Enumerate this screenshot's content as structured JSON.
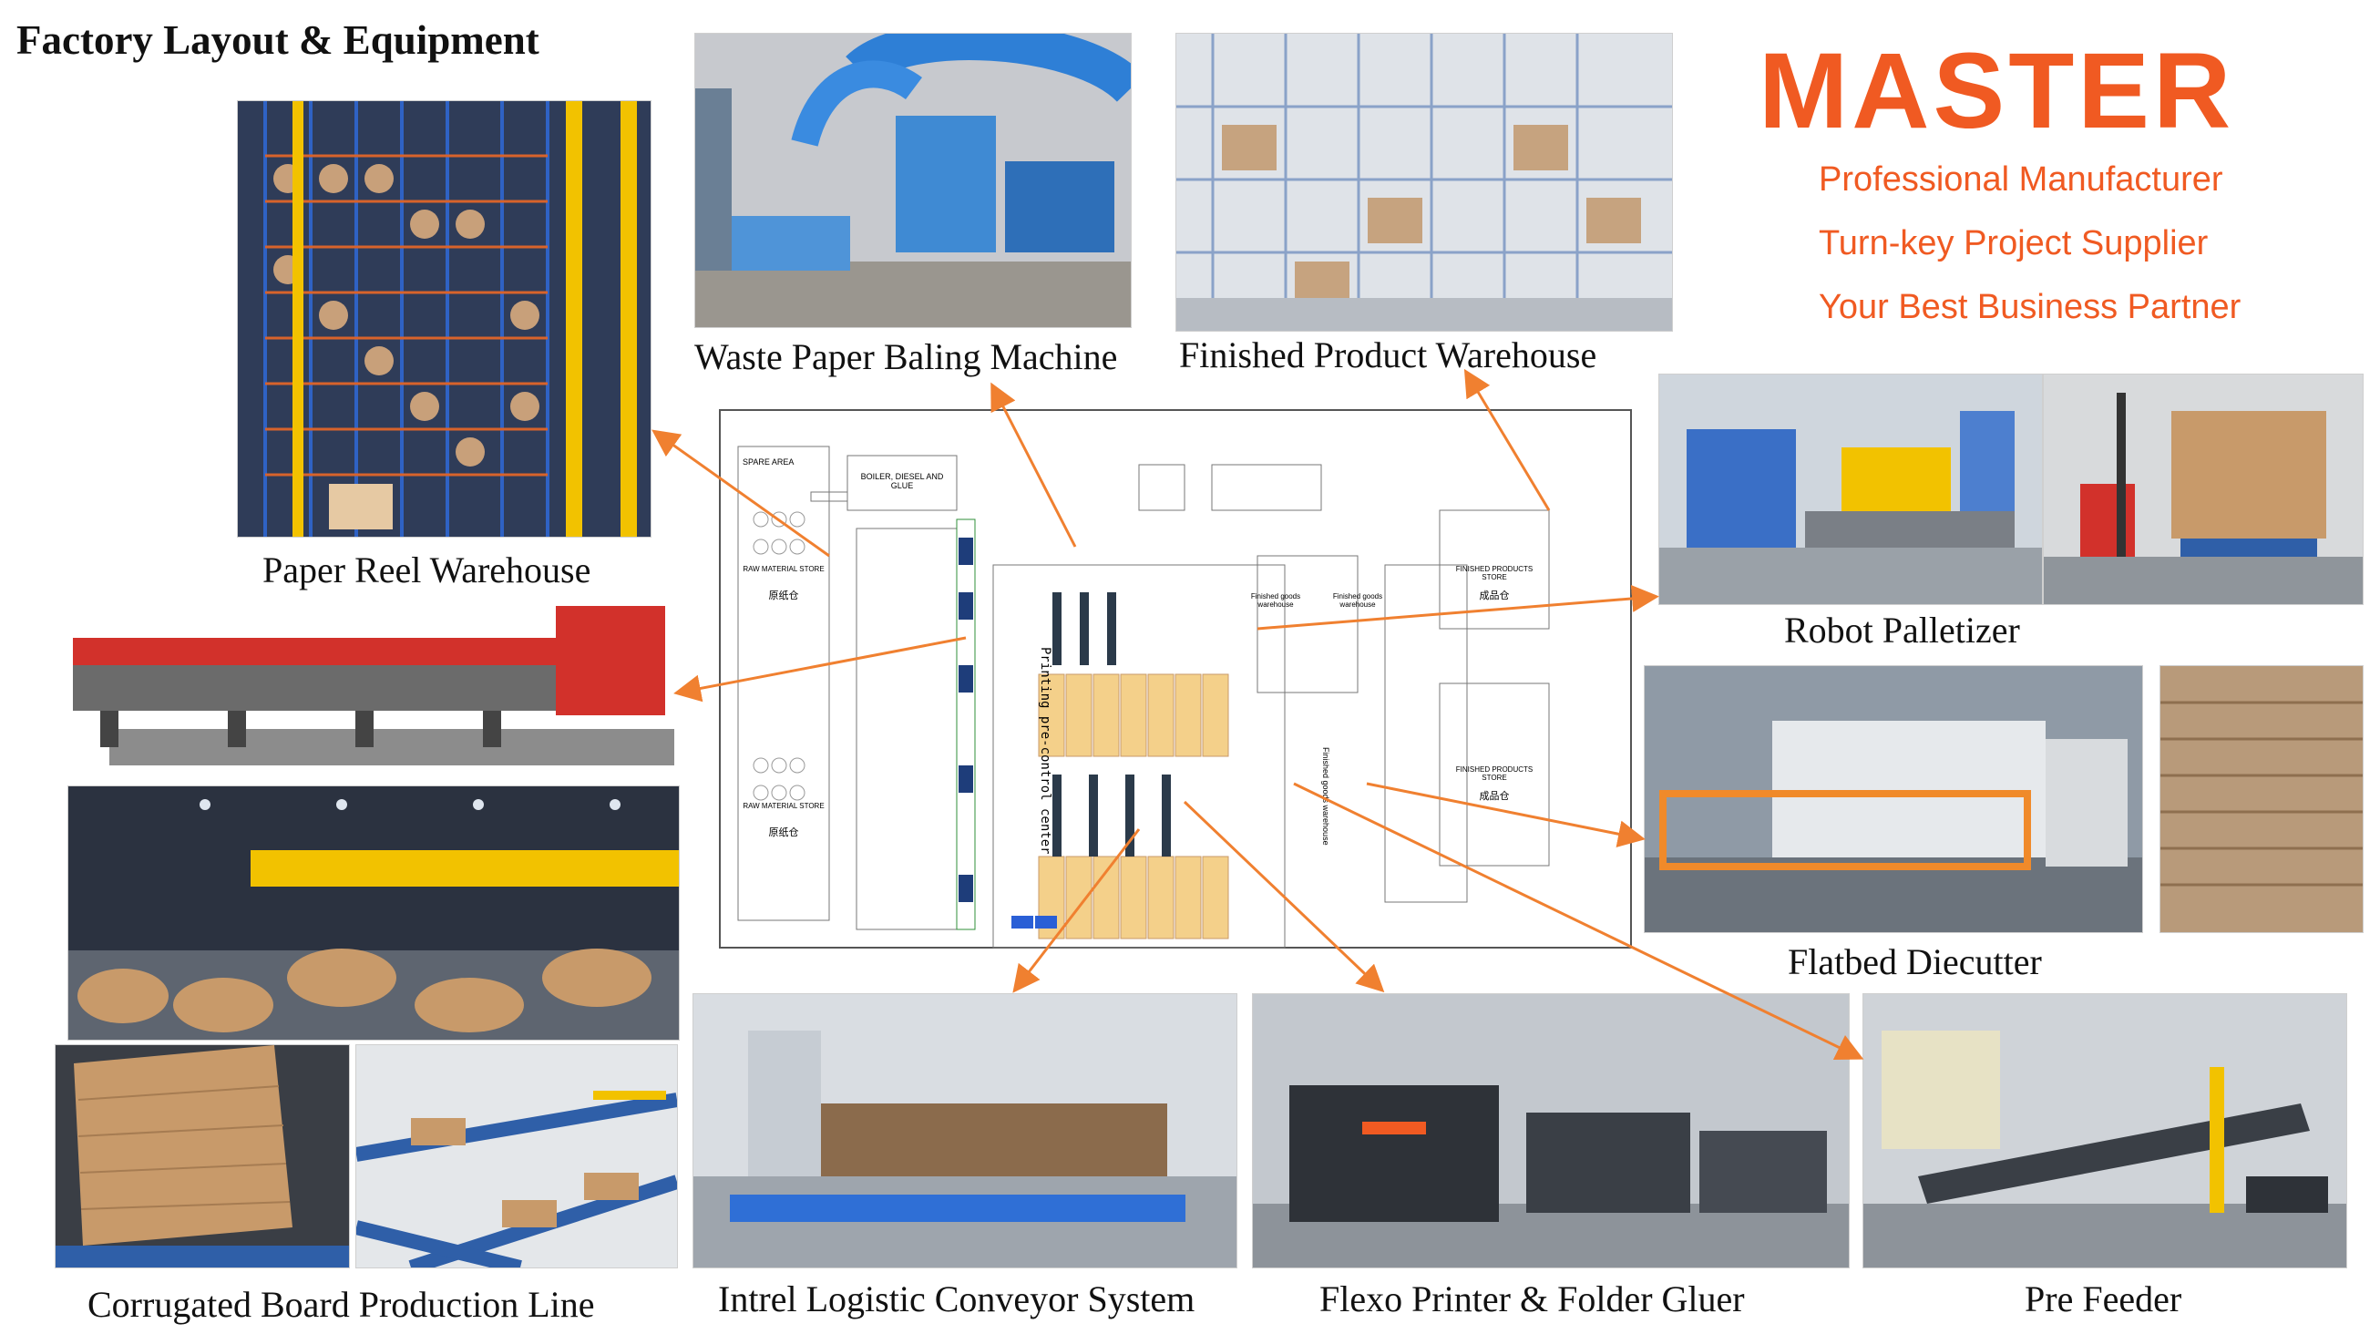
{
  "header": {
    "title": "Factory Layout & Equipment"
  },
  "brand": {
    "logo_text": "MASTER",
    "taglines": [
      "Professional Manufacturer",
      "Turn-key Project Supplier",
      "Your Best Business Partner"
    ],
    "color": "#f05a22"
  },
  "captions": {
    "paper_reel_warehouse": "Paper Reel Warehouse",
    "waste_paper_baling": "Waste Paper Baling Machine",
    "finished_product_warehouse": "Finished Product Warehouse",
    "robot_palletizer": "Robot Palletizer",
    "flatbed_diecutter": "Flatbed Diecutter",
    "corrugated_line": "Corrugated Board Production Line",
    "conveyor_system": "Intrel Logistic Conveyor System",
    "flexo_printer": "Flexo Printer & Folder Gluer",
    "pre_feeder": "Pre Feeder"
  },
  "plan": {
    "spare_area": "SPARE AREA",
    "boiler": "BOILER, DIESEL AND GLUE",
    "raw_store_1": "RAW MATERIAL STORE",
    "raw_store_1_cn": "原纸仓",
    "raw_store_2": "RAW MATERIAL STORE",
    "raw_store_2_cn": "原纸仓",
    "finished_store_1": "FINISHED PRODUCTS STORE",
    "finished_store_1_cn": "成品仓",
    "finished_store_2": "FINISHED PRODUCTS STORE",
    "finished_store_2_cn": "成品仓",
    "finished_goods_1": "Finished goods warehouse",
    "finished_goods_2": "Finished goods warehouse",
    "printing_center": "Printing pre-control center",
    "finished_goods_vertical": "Finished goods warehouse"
  },
  "colors": {
    "arrow": "#f08030",
    "steel_blue": "#2f5fa8",
    "rack_yellow": "#f2c200",
    "cardboard": "#c89a6a",
    "machine_red": "#d2312b"
  }
}
